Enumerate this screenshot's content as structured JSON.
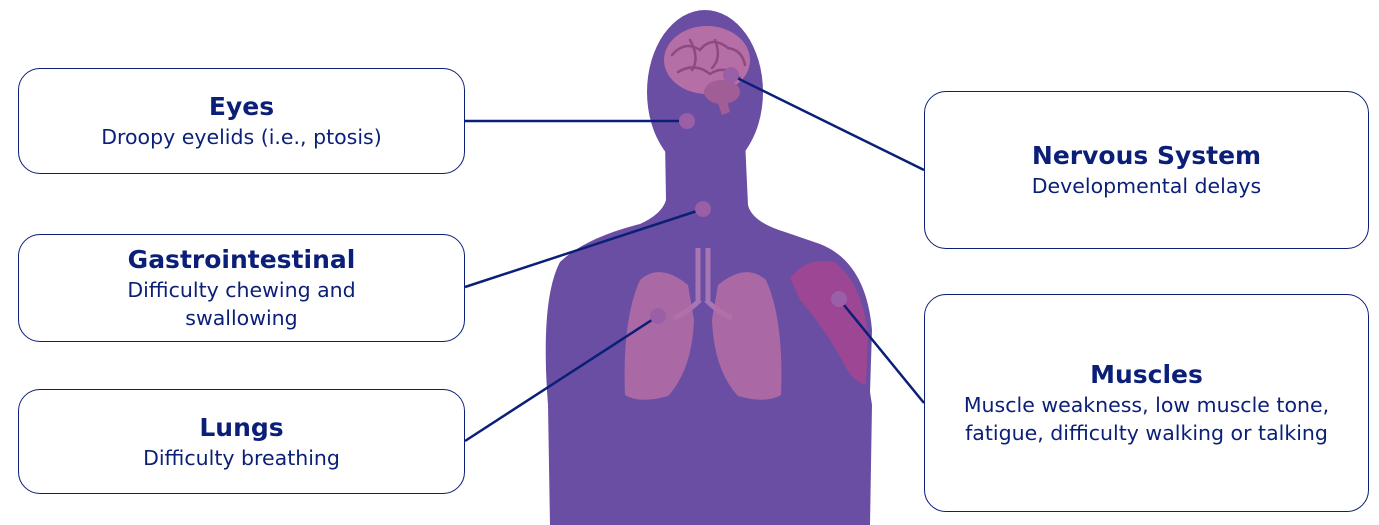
{
  "colors": {
    "box_border": "#0b1f78",
    "text": "#0b1f78",
    "body_silhouette": "#6a4ea3",
    "organ": "#b56fa6",
    "connector_dot": "#9b5fa8"
  },
  "organs": {
    "eyes": {
      "title": "Eyes",
      "desc": "Droopy eyelids (i.e., ptosis)"
    },
    "gastrointestinal": {
      "title": "Gastrointestinal",
      "desc": "Difficulty chewing and swallowing"
    },
    "lungs": {
      "title": "Lungs",
      "desc": "Difficulty breathing"
    },
    "nervous_system": {
      "title": "Nervous System",
      "desc": "Developmental delays"
    },
    "muscles": {
      "title": "Muscles",
      "desc": "Muscle weakness, low muscle tone, fatigue, difficulty walking or talking"
    }
  }
}
